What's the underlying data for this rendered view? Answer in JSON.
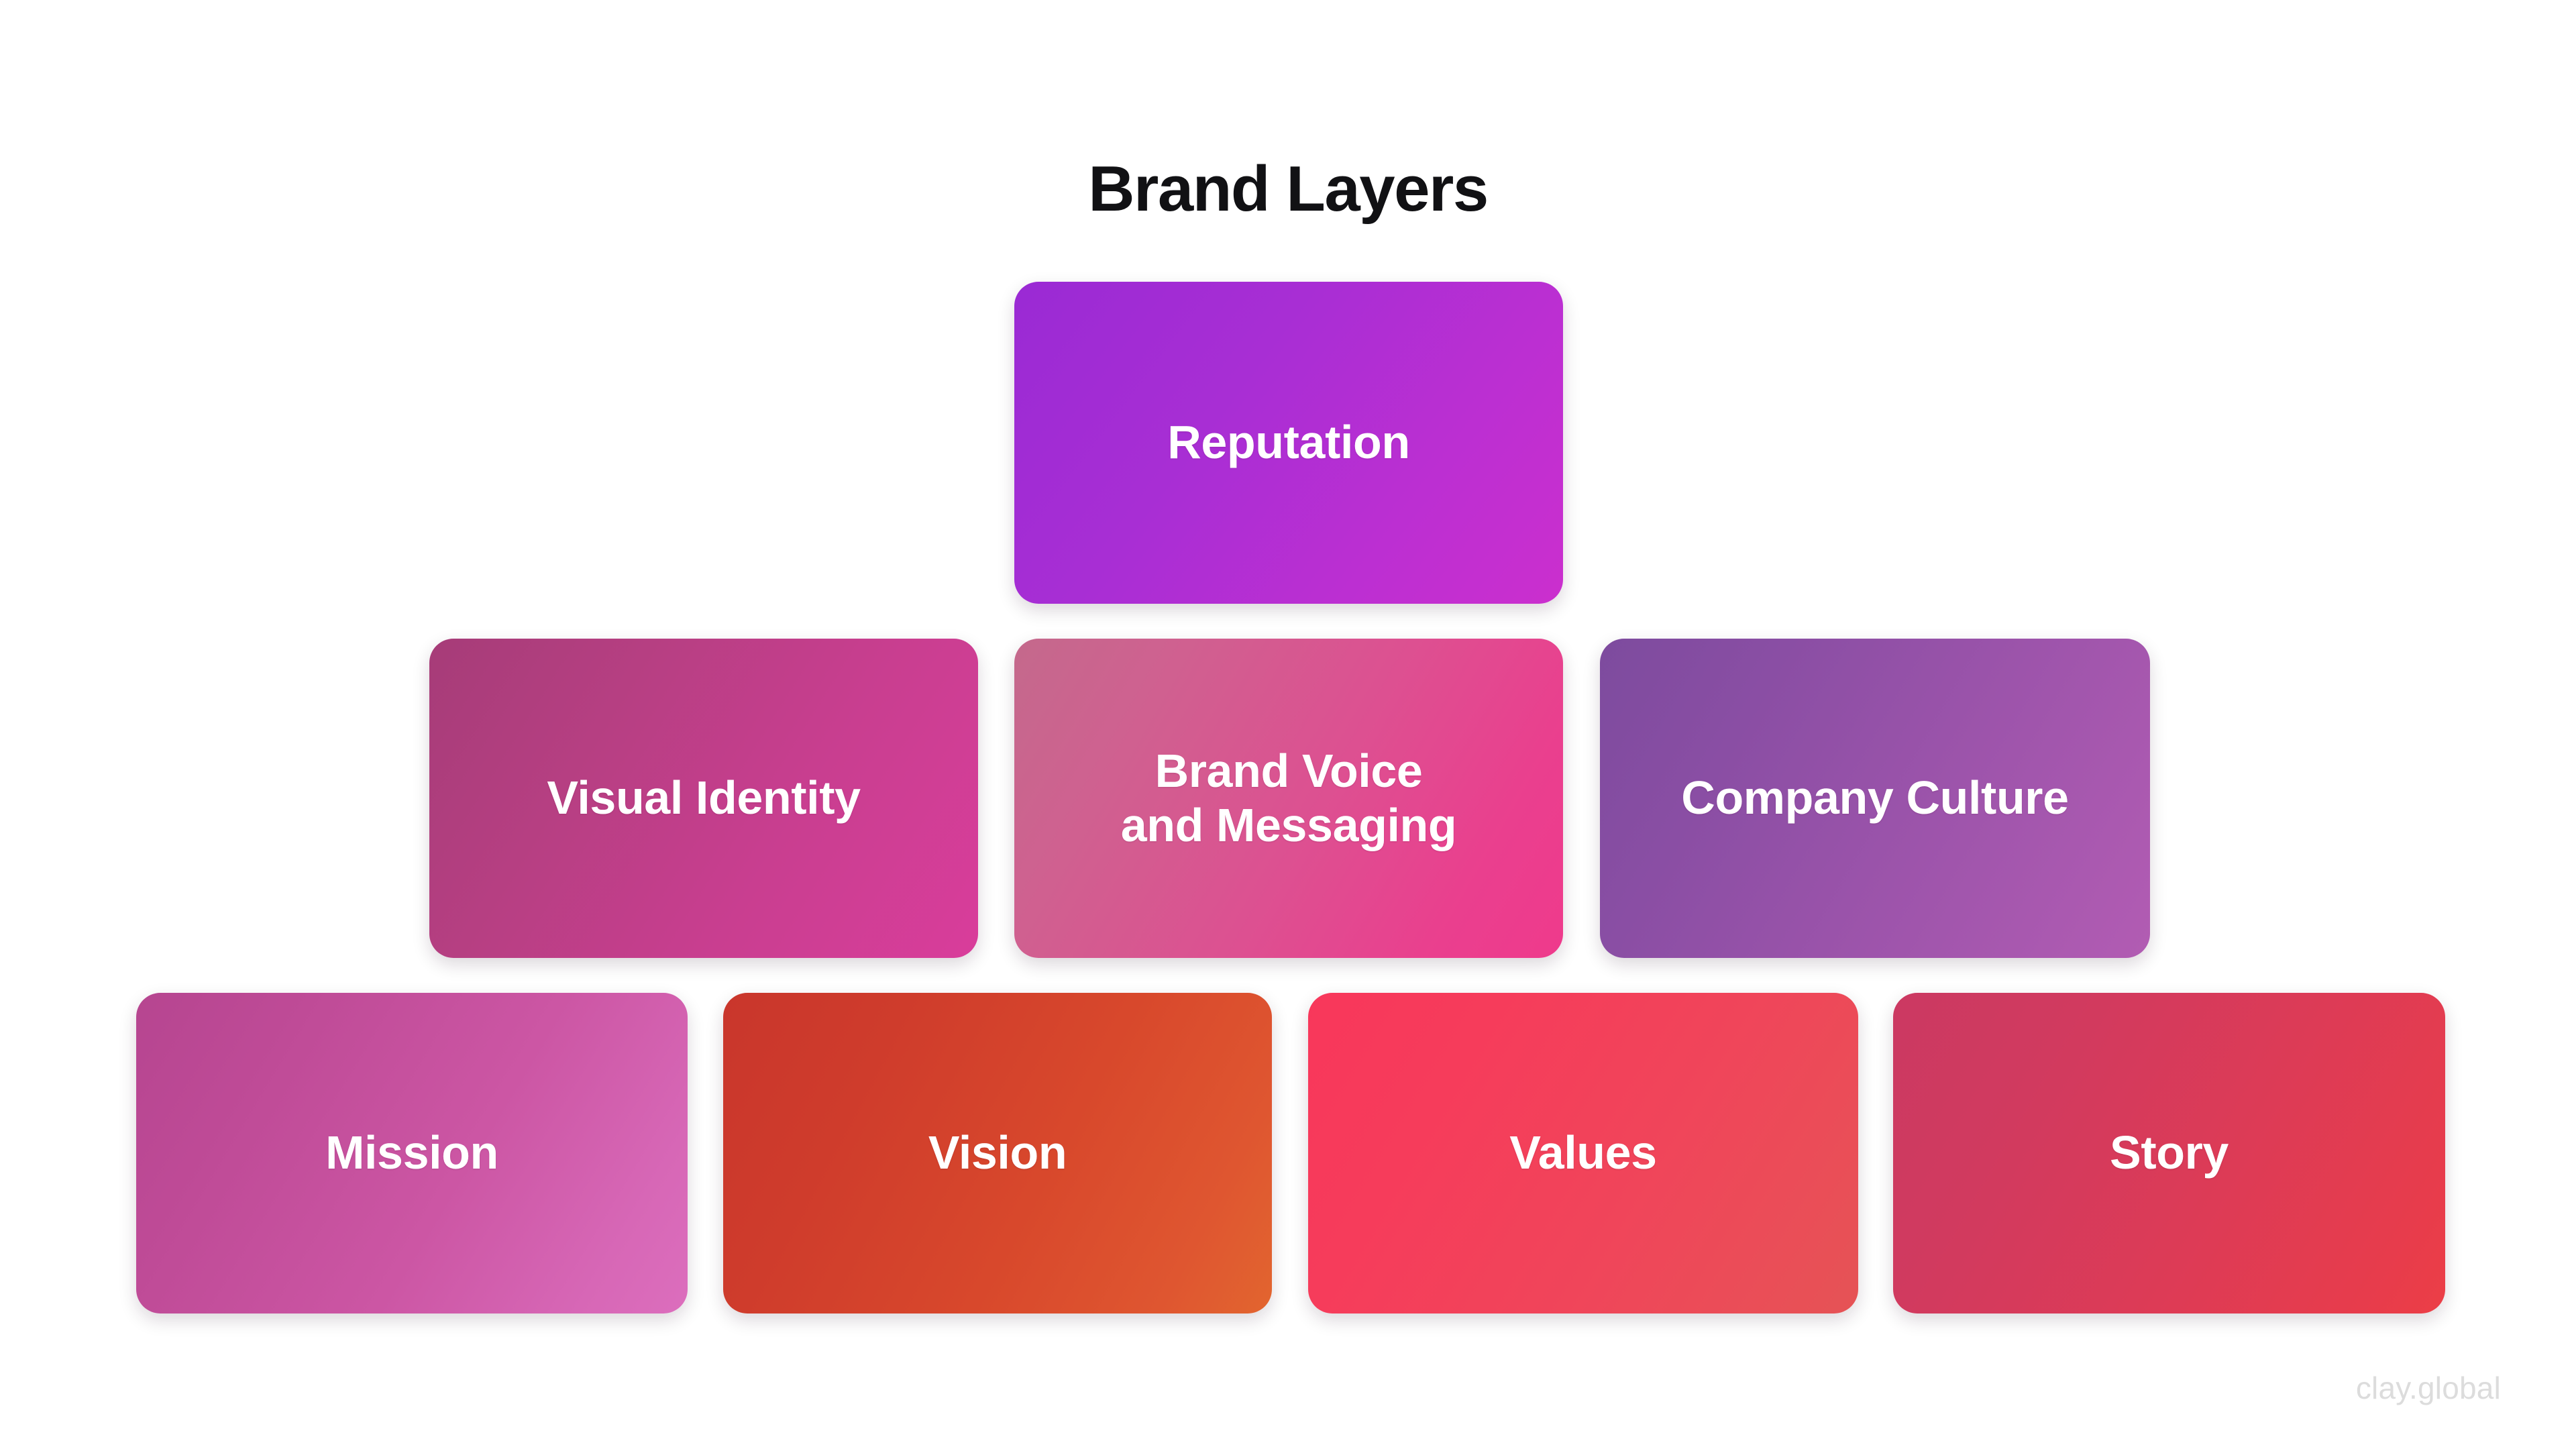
{
  "page": {
    "title": "Brand Layers",
    "background_color": "#ffffff",
    "title_color": "#111114"
  },
  "diagram": {
    "type": "pyramid-layers",
    "rows": [
      {
        "row_index": 0,
        "row_name": "apex",
        "boxes": [
          {
            "label": "Reputation",
            "gradient_from": "#9a2ad4",
            "gradient_to": "#cb2fce",
            "text_color": "#ffffff"
          }
        ]
      },
      {
        "row_index": 1,
        "row_name": "middle",
        "boxes": [
          {
            "label": "Visual Identity",
            "gradient_from": "#a63c78",
            "gradient_to": "#d93d9b",
            "text_color": "#ffffff"
          },
          {
            "label": "Brand Voice\nand Messaging",
            "gradient_from": "#c4698c",
            "gradient_to": "#ef3a8c",
            "text_color": "#ffffff"
          },
          {
            "label": "Company Culture",
            "gradient_from": "#7d4b9e",
            "gradient_to": "#b25cb3",
            "text_color": "#ffffff"
          }
        ]
      },
      {
        "row_index": 2,
        "row_name": "base",
        "boxes": [
          {
            "label": "Mission",
            "gradient_from": "#b64590",
            "gradient_to": "#dc6ebd",
            "text_color": "#ffffff"
          },
          {
            "label": "Vision",
            "gradient_from": "#c9362c",
            "gradient_to": "#e2652f",
            "text_color": "#ffffff"
          },
          {
            "label": "Values",
            "gradient_from": "#f8375b",
            "gradient_to": "#e55355",
            "text_color": "#ffffff"
          },
          {
            "label": "Story",
            "gradient_from": "#cb3962",
            "gradient_to": "#ec3e46",
            "text_color": "#ffffff"
          }
        ]
      }
    ]
  },
  "watermark": {
    "text": "clay.global",
    "color": "#dcdcdc"
  }
}
